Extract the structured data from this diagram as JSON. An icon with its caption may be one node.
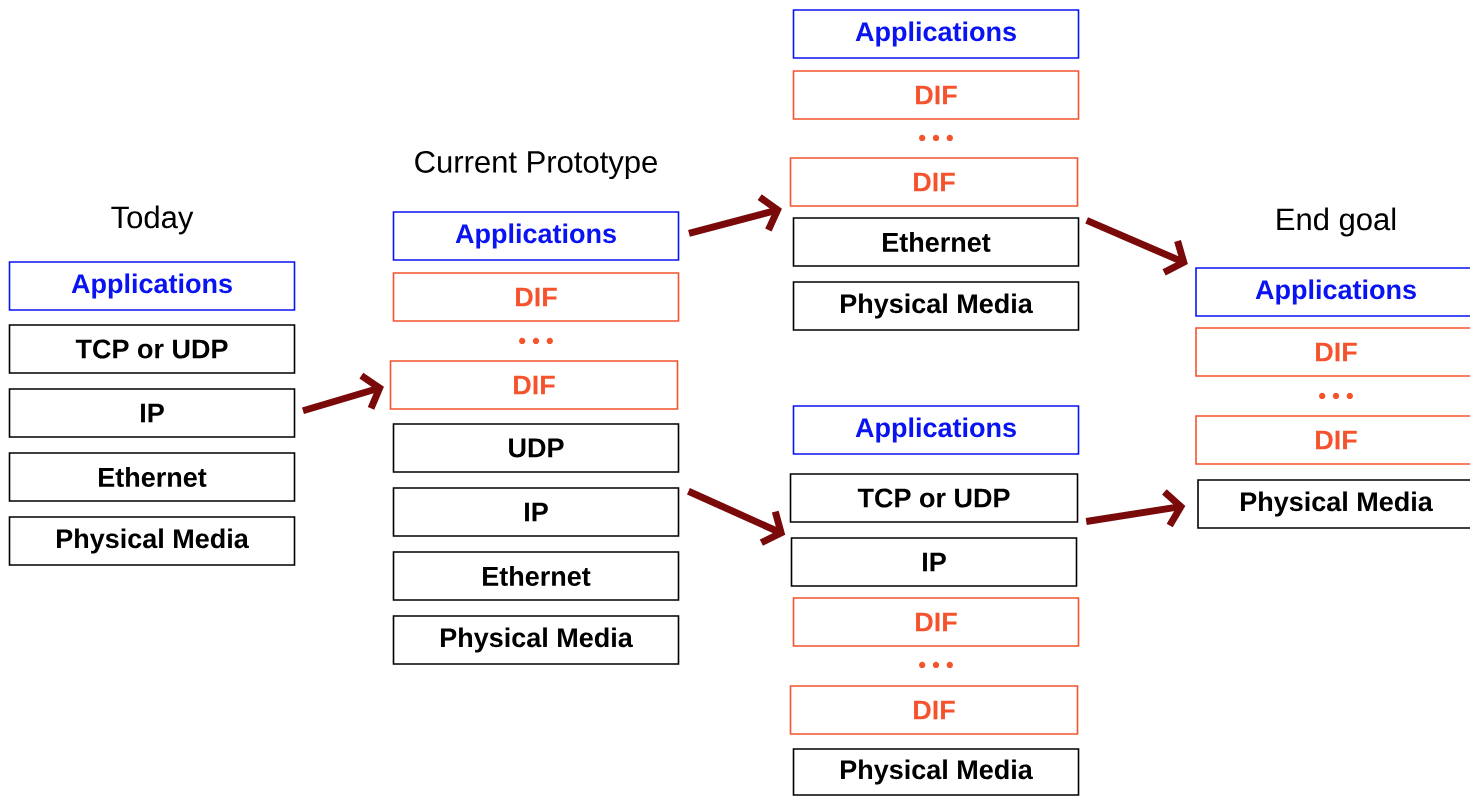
{
  "diagram": {
    "nodes": [
      {
        "text": [
          "Applications"
        ]
      },
      {
        "text": [
          "TCP or UDP"
        ]
      },
      {
        "text": [
          "IP"
        ]
      },
      {
        "text": [
          "Ethernet"
        ]
      },
      {
        "text": [
          "Physical Media"
        ]
      },
      {
        "text": [
          "Applications"
        ]
      },
      {
        "text": [
          "DIF"
        ]
      },
      {
        "text": [
          "DIF"
        ]
      },
      {
        "text": [
          "UDP"
        ]
      },
      {
        "text": [
          "IP"
        ]
      },
      {
        "text": [
          "Ethernet"
        ]
      },
      {
        "text": [
          "Physical Media"
        ]
      },
      {
        "text": [
          "Applications"
        ]
      },
      {
        "text": [
          "DIF"
        ]
      },
      {
        "text": [
          "DIF"
        ]
      },
      {
        "text": [
          "Ethernet"
        ]
      },
      {
        "text": [
          "Physical Media"
        ]
      },
      {
        "text": [
          "Applications"
        ]
      },
      {
        "text": [
          "TCP or UDP"
        ]
      },
      {
        "text": [
          "IP"
        ]
      },
      {
        "text": [
          "DIF"
        ]
      },
      {
        "text": [
          "DIF"
        ]
      },
      {
        "text": [
          "Physical Media"
        ]
      },
      {
        "text": [
          "Applications"
        ]
      },
      {
        "text": [
          "DIF"
        ]
      },
      {
        "text": [
          "DIF"
        ]
      },
      {
        "text": [
          "Physical Media"
        ]
      }
    ],
    "edges": [
      {
        "from": 2,
        "to": 7,
        "arrow": "to"
      },
      {
        "from": 5,
        "to": 14,
        "arrow": "to"
      },
      {
        "from": 9,
        "to": 19,
        "arrow": "to"
      },
      {
        "from": 15,
        "to": 23,
        "arrow": "to"
      },
      {
        "from": 18,
        "to": 26,
        "arrow": "to"
      }
    ],
    "labels": [
      "• • •",
      "Current Prototype",
      "Today",
      "End goal",
      "• • •",
      "• • •",
      "• • •"
    ]
  }
}
